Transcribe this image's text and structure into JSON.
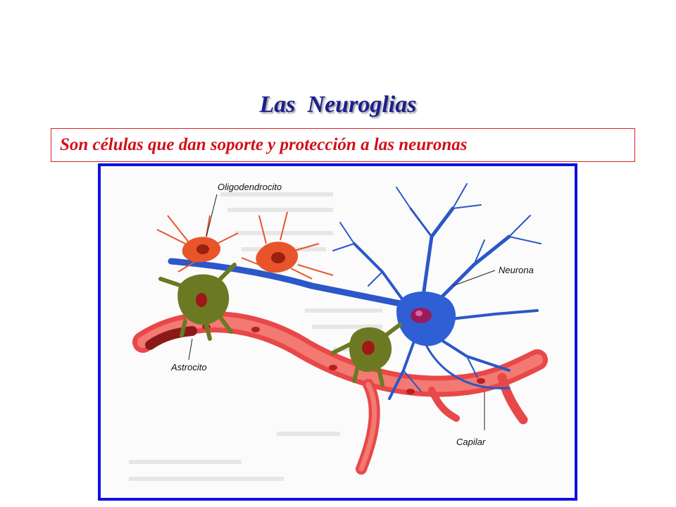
{
  "slide": {
    "title": "Las  Neuroglias",
    "subtitle": "Son células que dan soporte y protección a las neuronas"
  },
  "figure": {
    "labels": {
      "oligodendrocyte": "Oligodendrocito",
      "neuron": "Neurona",
      "astrocyte": "Astrocito",
      "capillary": "Capilar"
    }
  },
  "colors": {
    "title": "#1c1f8f",
    "subtitle": "#d0101a",
    "frame_border": "#1010e0",
    "neuron": "#2b57c8",
    "capillary": "#ef5a5a",
    "astrocyte": "#6b7a22",
    "oligodendrocyte": "#e8552a"
  }
}
